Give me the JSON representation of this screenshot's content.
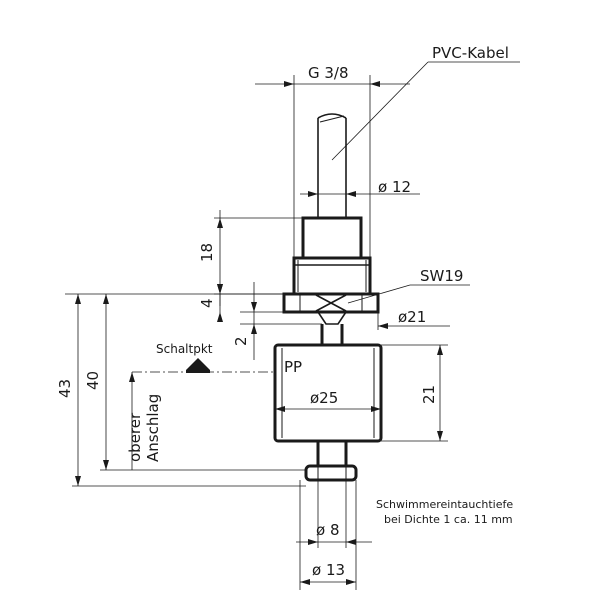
{
  "labels": {
    "cable": "PVC-Kabel",
    "thread": "G 3/8",
    "cable_dia": "ø 12",
    "height_18": "18",
    "height_4": "4",
    "wrench": "SW19",
    "dia_21": "ø21",
    "height_2": "2",
    "switch_point": "Schaltpkt",
    "material": "PP",
    "dia_25": "ø25",
    "height_21": "21",
    "height_43": "43",
    "height_40": "40",
    "upper_stop_1": "oberer",
    "upper_stop_2": "Anschlag",
    "immersion_note_1": "Schwimmereintauchtiefe",
    "immersion_note_2": "bei Dichte 1 ca. 11 mm",
    "dia_8": "ø 8",
    "dia_13": "ø 13"
  },
  "colors": {
    "line": "#1a1a1a",
    "background": "#ffffff"
  }
}
